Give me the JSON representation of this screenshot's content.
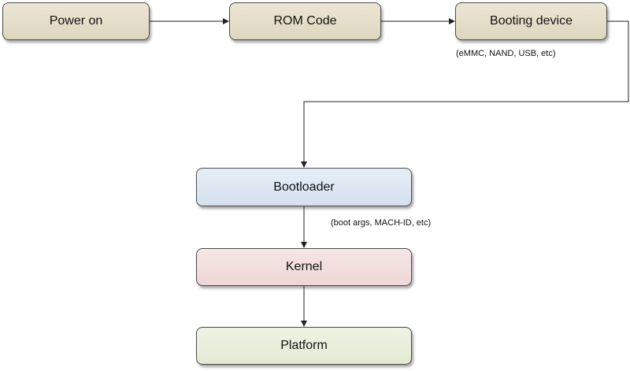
{
  "nodes": {
    "power_on": "Power on",
    "rom_code": "ROM Code",
    "booting_device": "Booting device",
    "bootloader": "Bootloader",
    "kernel": "Kernel",
    "platform": "Platform"
  },
  "notes": {
    "booting_device": "(eMMC, NAND, USB, etc)",
    "bootloader": "(boot args, MACH-ID, etc)"
  },
  "colors": {
    "top_row": "#e2dcc8",
    "bootloader": "#dde6f2",
    "kernel": "#f1dfde",
    "platform": "#e7eedb"
  }
}
